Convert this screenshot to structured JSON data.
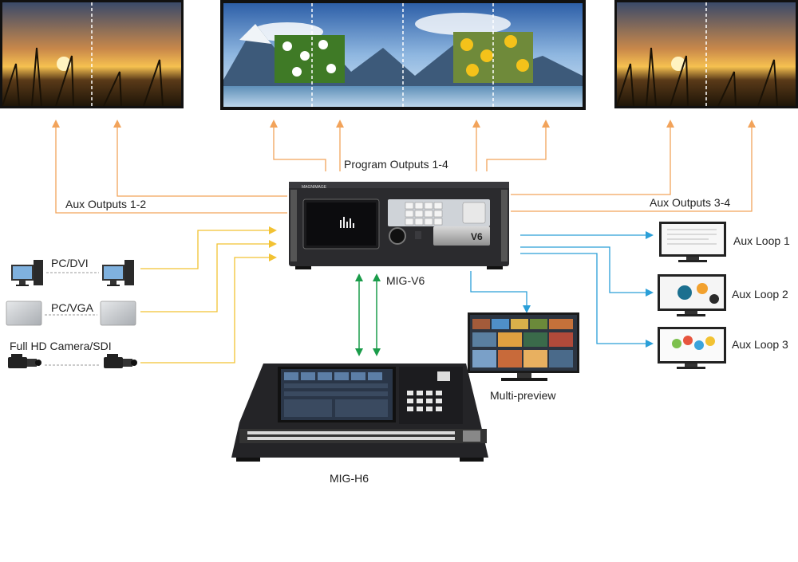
{
  "labels": {
    "program_outputs": "Program Outputs 1-4",
    "aux_outputs_left": "Aux Outputs 1-2",
    "aux_outputs_right": "Aux Outputs  3-4",
    "mig_v6": "MIG-V6",
    "mig_h6": "MIG-H6",
    "multi_preview": "Multi-preview",
    "aux_loop_1": "Aux Loop 1",
    "aux_loop_2": "Aux Loop 2",
    "aux_loop_3": "Aux Loop 3",
    "pc_dvi": "PC/DVI",
    "pc_vga": "PC/VGA",
    "camera_sdi": "Full HD Camera/SDI"
  },
  "device": {
    "brand": "MAGNIMAGE",
    "model_badge": "V6"
  },
  "colors": {
    "output_arrow": "#f2a35a",
    "input_arrow": "#f2c233",
    "loop_arrow": "#2a9fd8",
    "control_arrow": "#1a9c4a",
    "device_body": "#2b2b2e"
  },
  "icons": [
    "computer-icon",
    "laptop-icon",
    "camcorder-icon",
    "monitor-icon"
  ]
}
